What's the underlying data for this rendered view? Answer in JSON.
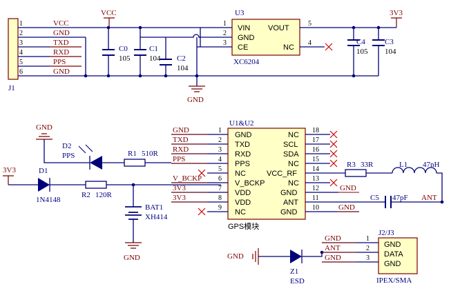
{
  "power": {
    "vcc_left": "VCC",
    "v3v3_top": "3V3",
    "gnd_u3": "GND",
    "v3v3_left": "3V3",
    "gnd_led": "GND",
    "gnd_bat": "GND",
    "gnd_esd": "GND"
  },
  "j1": {
    "ref": "J1",
    "pins": [
      "1",
      "2",
      "3",
      "4",
      "5",
      "6"
    ],
    "nets": [
      "VCC",
      "GND",
      "TXD",
      "RXD",
      "PPS",
      "GND"
    ]
  },
  "caps_top": {
    "c0_ref": "C0",
    "c0_val": "105",
    "c1_ref": "C1",
    "c1_val": "104",
    "c2_ref": "C2",
    "c2_val": "104",
    "c4_ref": "C4",
    "c4_val": "105",
    "c3_ref": "C3",
    "c3_val": "104"
  },
  "u3": {
    "ref": "U3",
    "part": "XC6204",
    "pin_names_left": [
      "VIN",
      "GND",
      "CE"
    ],
    "pin_nums_left": [
      "1",
      "2",
      "3"
    ],
    "pin_names_right": [
      "VOUT",
      "NC"
    ],
    "pin_nums_right": [
      "5",
      "4"
    ]
  },
  "led": {
    "ref": "D2",
    "val": "PPS"
  },
  "r1": {
    "ref": "R1",
    "val": "510R"
  },
  "d1": {
    "ref": "D1",
    "val": "1N4148"
  },
  "r2": {
    "ref": "R2",
    "val": "120R"
  },
  "bat": {
    "ref": "BAT1",
    "val": "XH414"
  },
  "u1": {
    "ref": "U1&U2",
    "part": "GPS模块",
    "left_nets": [
      "GND",
      "TXD",
      "RXD",
      "PPS",
      "",
      "V_BCKP",
      "3V3",
      "3V3",
      ""
    ],
    "left_nums": [
      "1",
      "2",
      "3",
      "4",
      "5",
      "6",
      "7",
      "8",
      "9"
    ],
    "left_names": [
      "GND",
      "TXD",
      "RXD",
      "PPS",
      "NC",
      "V_BCKP",
      "VDD",
      "VDD",
      "NC"
    ],
    "right_names": [
      "NC",
      "SCL",
      "SDA",
      "NC",
      "VCC_RF",
      "NC",
      "GND",
      "ANT",
      "GND"
    ],
    "right_nums": [
      "18",
      "17",
      "16",
      "15",
      "14",
      "13",
      "12",
      "11",
      "10"
    ],
    "right_nets": [
      "",
      "",
      "",
      "",
      "",
      "GND",
      "",
      "",
      "GND"
    ]
  },
  "r3": {
    "ref": "R3",
    "val": "33R"
  },
  "l1": {
    "ref": "L1",
    "val": "47nH"
  },
  "c5": {
    "ref": "C5",
    "val": "47pF",
    "net": "ANT"
  },
  "z1": {
    "ref": "Z1",
    "val": "ESD"
  },
  "j2": {
    "ref": "J2/J3",
    "part": "IPEX/SMA",
    "nets": [
      "GND",
      "ANT",
      "GND"
    ],
    "nums": [
      "1",
      "2",
      "3"
    ],
    "names": [
      "GND",
      "DATA",
      "GND"
    ]
  }
}
